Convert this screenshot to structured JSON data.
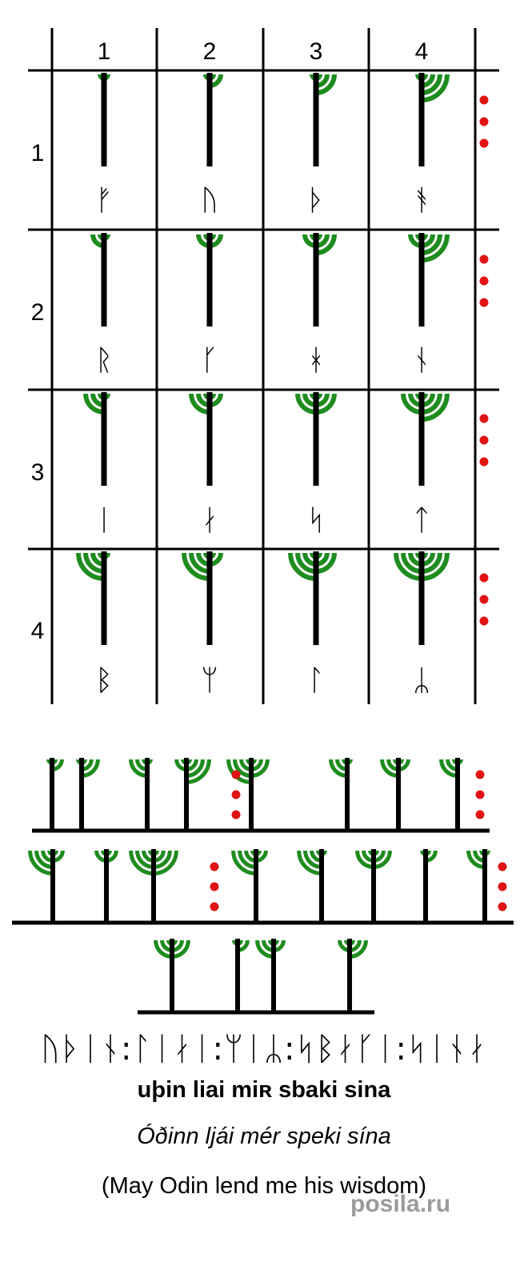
{
  "grid": {
    "column_headers": [
      "1",
      "2",
      "3",
      "4"
    ],
    "row_headers": [
      "1",
      "2",
      "3",
      "4"
    ],
    "runes": [
      [
        "ᚠ",
        "ᚢ",
        "ᚦ",
        "ᚬ"
      ],
      [
        "ᚱ",
        "ᚴ",
        "ᚼ",
        "ᚾ"
      ],
      [
        "ᛁ",
        "ᛅ",
        "ᛋ",
        "ᛏ"
      ],
      [
        "ᛒ",
        "ᛘ",
        "ᛚ",
        "ᛦ"
      ]
    ]
  },
  "runic_inscription": "ᚢᚦᛁᚾ:ᛚᛁᛅᛁ:ᛘᛁᛦ:ᛋᛒᛅᚴᛁ:ᛋᛁᚾᛅ",
  "transliteration": "uþin liai miʀ sbaki sina",
  "old_norse": "Óðinn ljái mér speki sína",
  "english": "(May Odin lend me his wisdom)",
  "watermark": "posila.ru",
  "colors": {
    "branch": "#1e8c1e",
    "stem": "#000000",
    "separator_dot": "#e01414",
    "grid_line": "#000000"
  }
}
